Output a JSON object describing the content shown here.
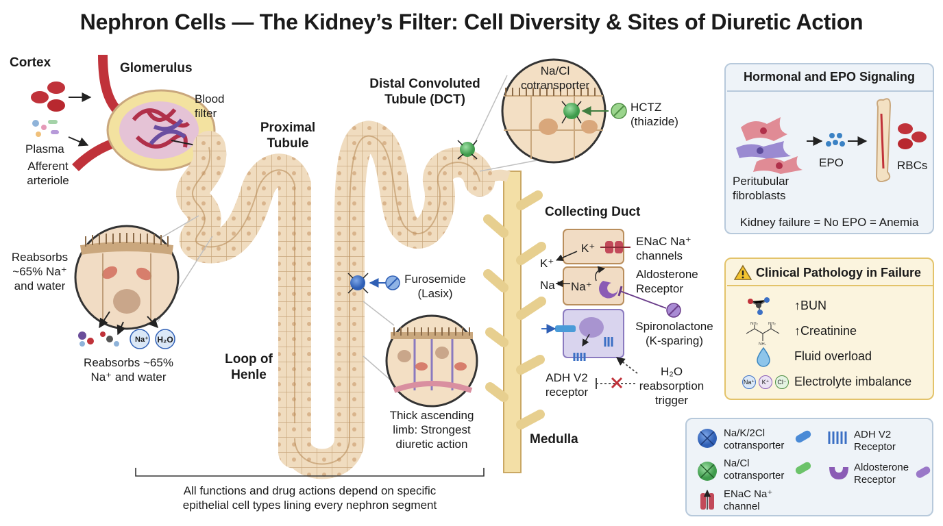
{
  "title": "Nephron Cells — The Kidney’s Filter: Cell Diversity & Sites of Diuretic Action",
  "labels": {
    "cortex": "Cortex",
    "glomerulus": "Glomerulus",
    "blood_filter": "Blood filter",
    "plasma": "Plasma",
    "afferent_arteriole": "Afferent arteriole",
    "proximal_tubule": "Proximal Tubule",
    "reabsorbs_left": "Reabsorbs ~65% Na⁺ and water",
    "reabsorbs_bottom": "Reabsorbs ~65% Na⁺ and water",
    "na_badge": "Na⁺",
    "h2o_badge": "H₂O",
    "loop_of_henle": "Loop of Henle",
    "dct": "Distal Convoluted Tubule (DCT)",
    "na_cl_cotransporter": "Na/Cl cotransporter",
    "hctz": "HCTZ (thiazide)",
    "furosemide": "Furosemide (Lasix)",
    "thick_ascending": "Thick ascending limb: Strongest diuretic action",
    "collecting_duct": "Collecting Duct",
    "k_plus": "K⁺",
    "na_plus": "Na⁺",
    "k_inside": "K⁺",
    "na_inside": "Na⁺",
    "enac": "ENaC Na⁺ channels",
    "aldosterone_receptor": "Aldosterone Receptor",
    "spironolactone": "Spironolactone (K-sparing)",
    "h2o_trigger": "H₂O reabsorption trigger",
    "adh_v2": "ADH V2 receptor",
    "medulla": "Medulla",
    "footer": "All functions and drug actions depend on specific epithelial cell types lining every nephron segment"
  },
  "hormonal_panel": {
    "title": "Hormonal and EPO Signaling",
    "fibroblasts": "Peritubular fibroblasts",
    "epo": "EPO",
    "rbcs": "RBCs",
    "note": "Kidney failure = No EPO = Anemia"
  },
  "clinical_panel": {
    "title": "Clinical Pathology in Failure",
    "items": [
      {
        "label": "↑BUN",
        "icon": "molecule-icon"
      },
      {
        "label": "↑Creatinine",
        "icon": "creatinine-structure-icon"
      },
      {
        "label": "Fluid overload",
        "icon": "water-drop-icon"
      },
      {
        "label": "Electrolyte imbalance",
        "icon": "ion-badges-icon"
      }
    ],
    "ion_badges": [
      "Na⁺",
      "K⁺",
      "Cl⁻"
    ]
  },
  "legend": {
    "items": [
      {
        "label": "Na/K/2Cl cotransporter",
        "icon": "nkcc-transporter-icon"
      },
      {
        "label": "ADH V2 Receptor",
        "icon": "adh-receptor-icon"
      },
      {
        "label": "Na/Cl cotransporter",
        "icon": "ncc-transporter-icon"
      },
      {
        "label": "Aldosterone Receptor",
        "icon": "aldosterone-receptor-icon"
      },
      {
        "label": "ENaC Na⁺ channel",
        "icon": "enac-channel-icon"
      }
    ]
  },
  "colors": {
    "tubule_fill": "#f0dcbf",
    "tubule_stroke": "#b98e5c",
    "blood_red": "#c0323a",
    "nkcc_blue": "#3b6fc4",
    "ncc_green": "#5ebd6a",
    "aldo_purple": "#8a5bb5",
    "enac_red": "#c24a5a",
    "panel_blue": "#eef3f8",
    "panel_yellow": "#fbf4de"
  }
}
